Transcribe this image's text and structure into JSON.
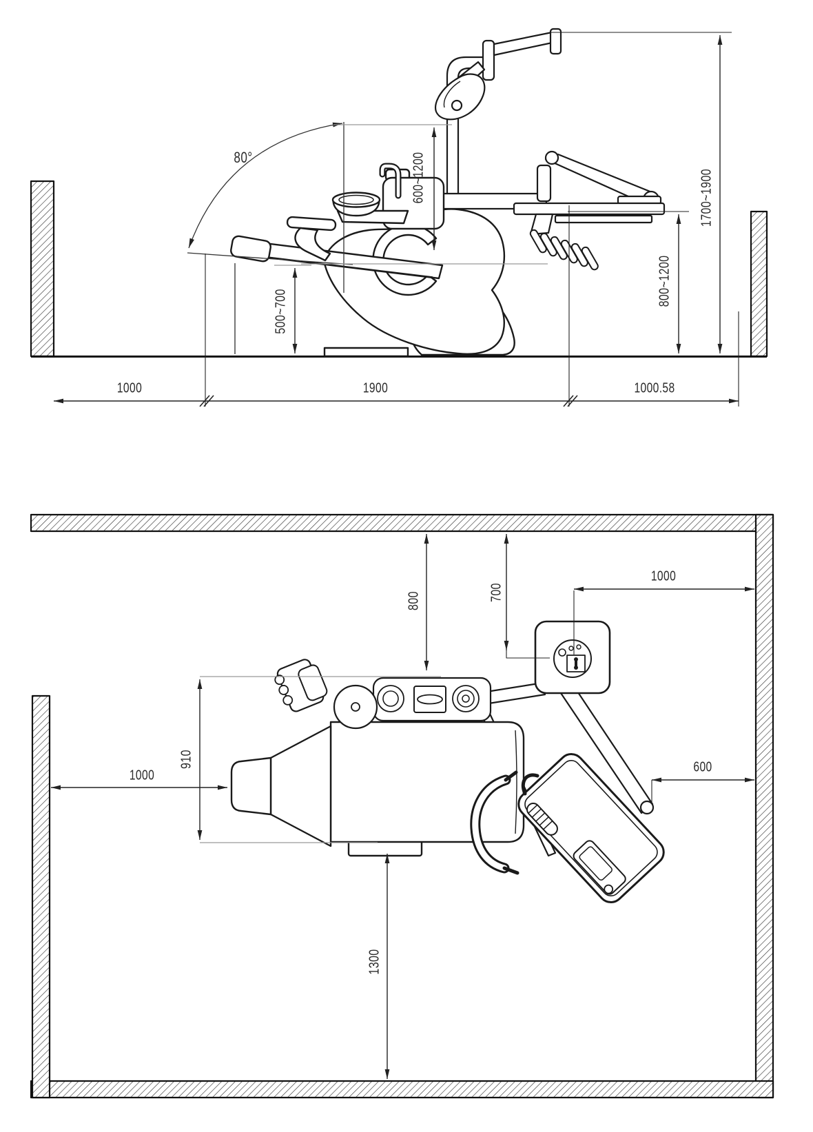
{
  "side_view": {
    "recline_angle": "80°",
    "light_height_range": "600~1200",
    "overall_height_range": "1700~1900",
    "tray_height_range": "800~1200",
    "seat_height_range": "500~700",
    "left_clearance": "1000",
    "chair_length": "1900",
    "right_clearance": "1000.58"
  },
  "plan_view": {
    "wall_to_unit": "800",
    "wall_to_utility_box": "700",
    "utility_box_to_right_wall": "1000",
    "left_wall_to_headrest": "1000",
    "unit_width": "910",
    "arm_to_right_wall": "600",
    "chair_to_bottom_wall": "1300"
  }
}
